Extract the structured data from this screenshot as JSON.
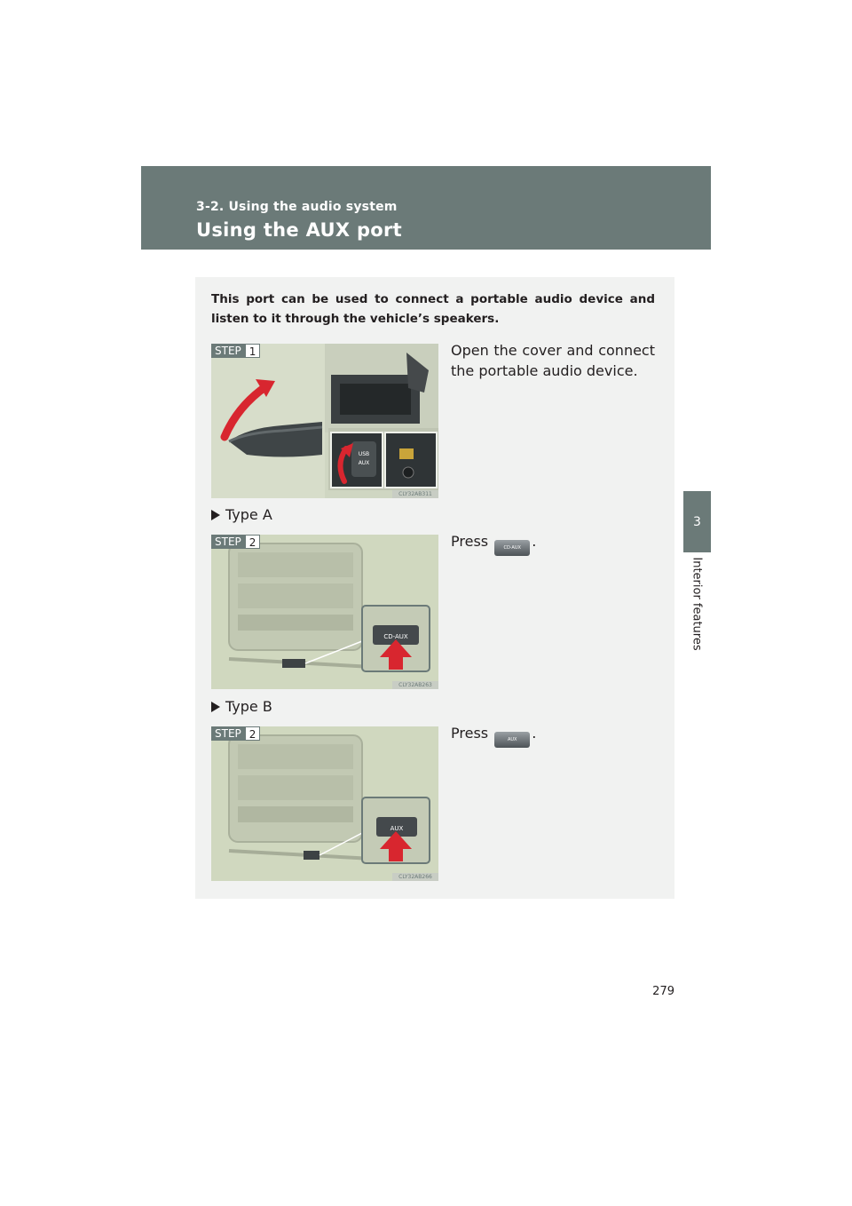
{
  "header": {
    "section": "3-2. Using the audio system",
    "title": "Using the AUX port"
  },
  "side_tab": {
    "number": "3",
    "label": "Interior features"
  },
  "page_number": "279",
  "intro": "This port can be used to connect a portable audio device and listen to it through the vehicle’s speakers.",
  "steps": [
    {
      "badge_label": "STEP",
      "badge_number": "1",
      "text": "Open the cover and connect the portable audio device.",
      "figure_code": "CLY32AB311",
      "figure_labels": {
        "usb": "USB",
        "aux": "AUX"
      }
    },
    {
      "type_label": "Type A",
      "badge_label": "STEP",
      "badge_number": "2",
      "text_before": "Press",
      "button_icon": "cd-aux-button",
      "button_text": "CD·AUX",
      "text_after": ".",
      "figure_code": "CLY32AB263",
      "figure_button_text": "CD-AUX"
    },
    {
      "type_label": "Type B",
      "badge_label": "STEP",
      "badge_number": "2",
      "text_before": "Press",
      "button_icon": "aux-button",
      "button_text": "AUX",
      "text_after": ".",
      "figure_code": "CLY32AB266",
      "figure_button_text": "AUX"
    }
  ],
  "colors": {
    "header_bg": "#6b7a78",
    "content_bg": "#f1f2f1",
    "arrow_red": "#d8262f"
  }
}
